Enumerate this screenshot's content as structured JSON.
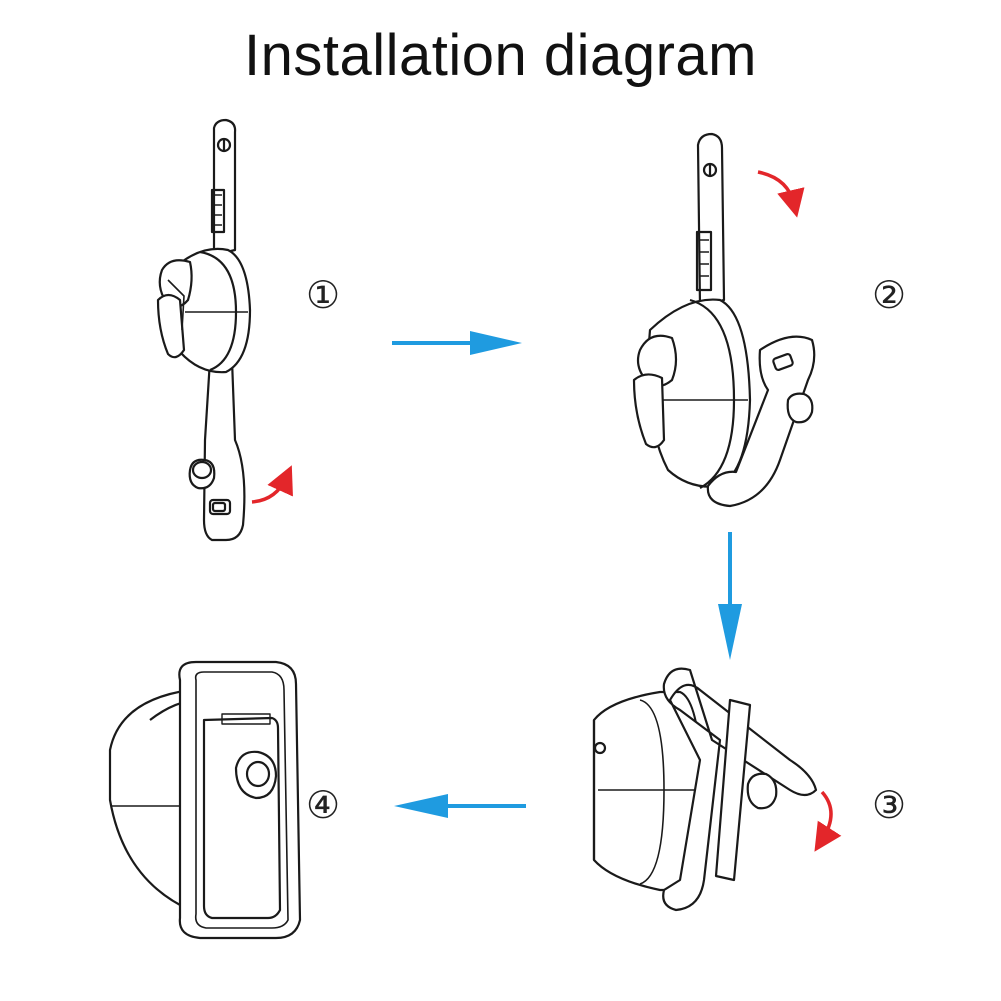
{
  "title": "Installation diagram",
  "steps": [
    {
      "num": "①"
    },
    {
      "num": "②"
    },
    {
      "num": "③"
    },
    {
      "num": "④"
    }
  ],
  "colors": {
    "flow_arrow": "#1f9be0",
    "turn_arrow": "#e3262a",
    "line": "#1a1a1a"
  },
  "icons": {
    "flow": "blue-arrow-icon",
    "turn": "red-curved-arrow-icon"
  }
}
